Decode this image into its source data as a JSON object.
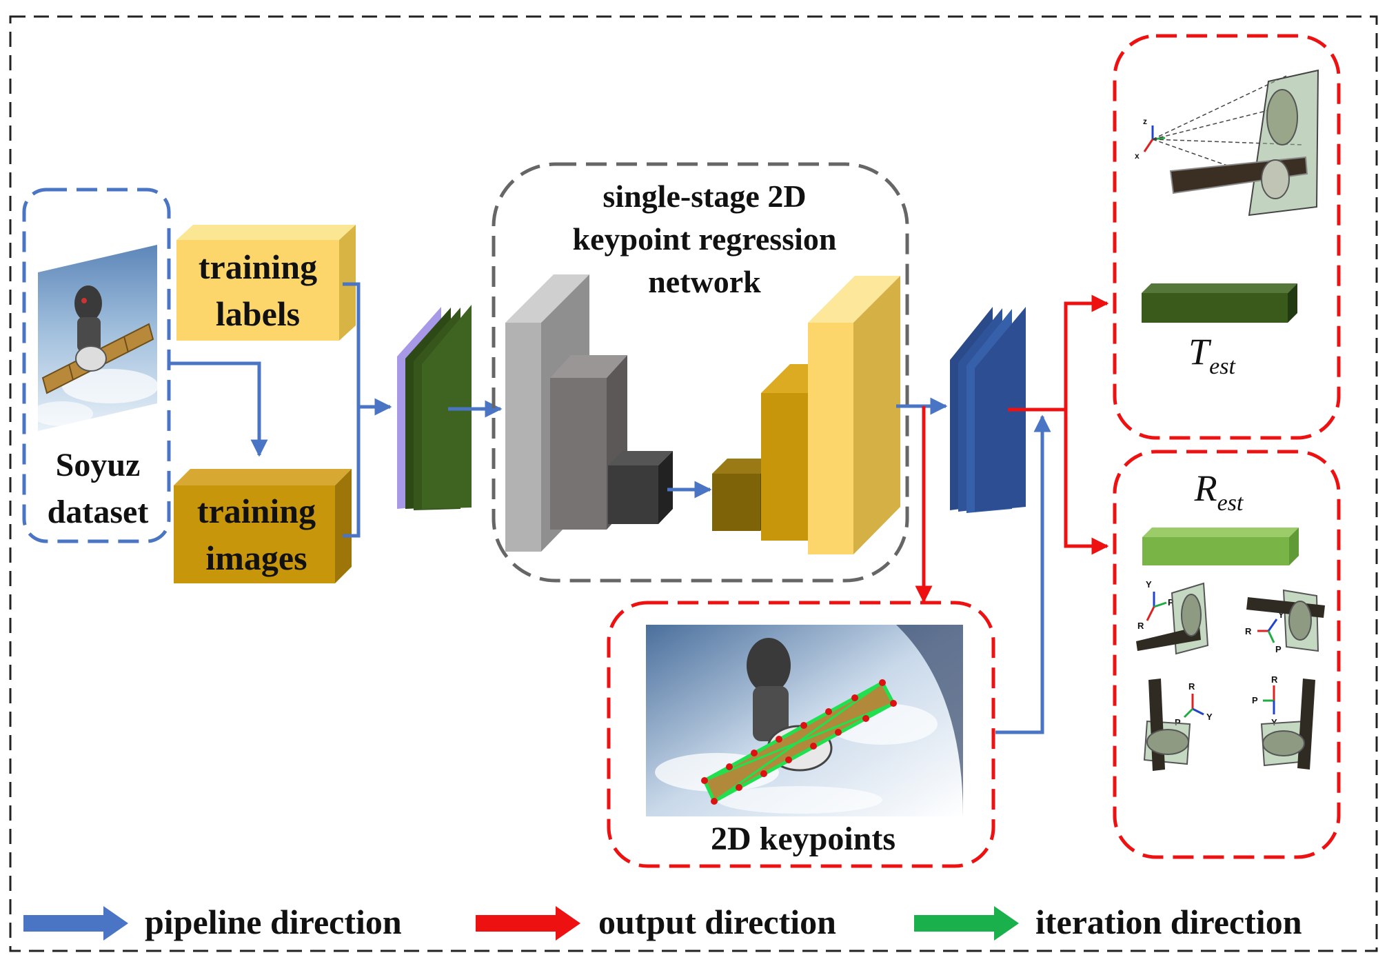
{
  "colors": {
    "pipeline": "#4a74c4",
    "output": "#ee1111",
    "iteration": "#1ab04c",
    "label_box_light": "#fcd66a",
    "label_box_dark": "#c8960a",
    "feature_green": "#3a5a1c",
    "feature_blue": "#2a4a8a"
  },
  "icons": [
    "satellite-image-icon",
    "coordinate-axes-icon"
  ],
  "dataset": {
    "label_line1": "Soyuz",
    "label_line2": "dataset"
  },
  "training": {
    "labels_line1": "training",
    "labels_line2": "labels",
    "images_line1": "training",
    "images_line2": "images"
  },
  "network": {
    "title_line1": "single-stage 2D",
    "title_line2": "keypoint regression",
    "title_line3": "network"
  },
  "keypoints": {
    "label": "2D keypoints"
  },
  "outputs": {
    "translation": {
      "symbol": "T",
      "subscript": "est"
    },
    "rotation": {
      "symbol": "R",
      "subscript": "est"
    },
    "axes": {
      "z": "z",
      "x": "x",
      "Y": "Y",
      "R": "R",
      "P": "P"
    }
  },
  "legend": {
    "pipeline": "pipeline direction",
    "output": "output direction",
    "iteration": "iteration direction"
  }
}
